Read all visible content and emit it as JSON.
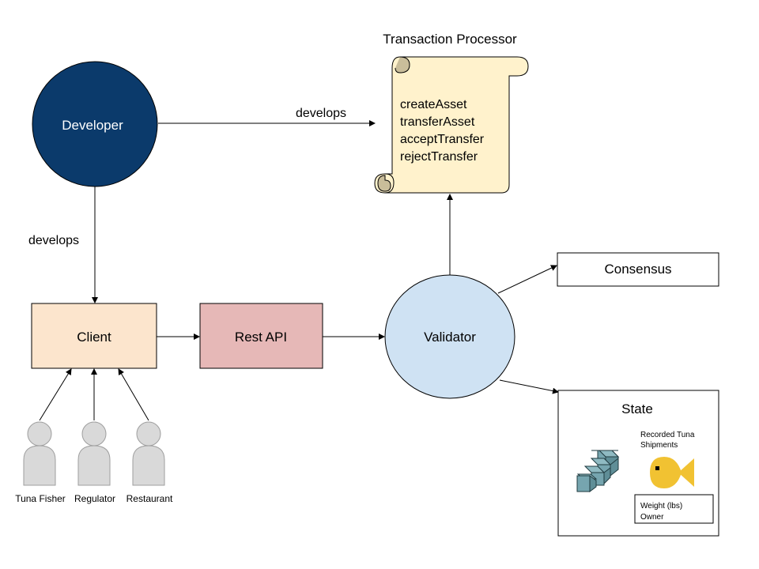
{
  "nodes": {
    "developer": "Developer",
    "transaction_processor": {
      "title": "Transaction Processor",
      "functions": [
        "createAsset",
        "transferAsset",
        "acceptTransfer",
        "rejectTransfer"
      ]
    },
    "client": "Client",
    "rest_api": "Rest API",
    "validator": "Validator",
    "consensus": "Consensus",
    "state": {
      "title": "State",
      "recorded_label_line1": "Recorded Tuna",
      "recorded_label_line2": "Shipments",
      "fields_line1": "Weight (lbs)",
      "fields_line2": "Owner"
    }
  },
  "edges": {
    "developer_to_tp": "develops",
    "developer_to_client": "develops"
  },
  "users": [
    "Tuna Fisher",
    "Regulator",
    "Restaurant"
  ],
  "colors": {
    "developer_fill": "#0b3a6b",
    "scroll_fill": "#fff2cc",
    "scroll_curl": "#c9bd9a",
    "client_fill": "#fce5cd",
    "rest_api_fill": "#e6b8b7",
    "validator_fill": "#cfe2f3",
    "person_fill": "#d9d9d9",
    "block_fill": "#76a5af",
    "fish_fill": "#f1c232",
    "line": "#000000"
  },
  "icons": [
    "arrowhead",
    "scroll-icon",
    "person-icon",
    "blockchain-blocks-icon",
    "fish-icon"
  ]
}
